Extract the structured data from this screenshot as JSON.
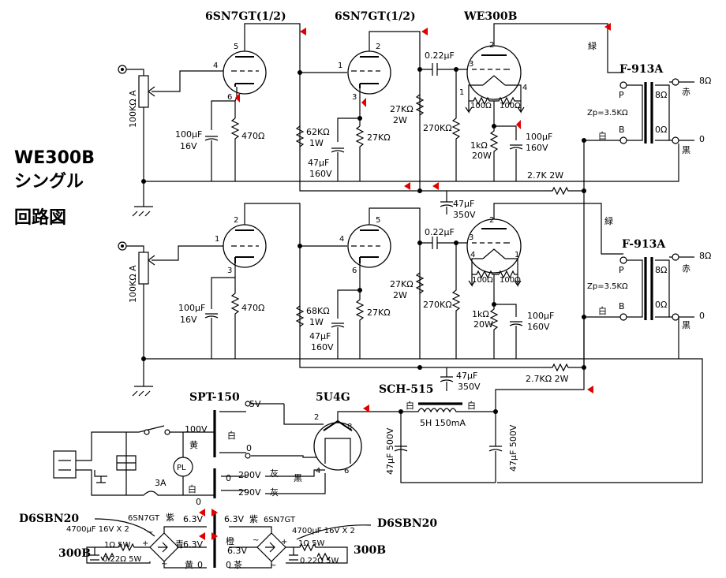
{
  "title": {
    "line1": "WE300B",
    "line2": "シングル",
    "line3": "回路図"
  },
  "tubes": {
    "driver1": "6SN7GT(1/2)",
    "driver2": "6SN7GT(1/2)",
    "output": "WE300B",
    "rectifier": "5U4G"
  },
  "transformers": {
    "output": "F-913A",
    "power": "SPT-150",
    "choke": "SCH-515",
    "choke_spec": "5H 150mA"
  },
  "pins": {
    "p1": "1",
    "p2": "2",
    "p3": "3",
    "p4": "4",
    "p5": "5",
    "p6": "6",
    "p8": "8"
  },
  "components": {
    "vol": "100KΩ A",
    "c100u16": "100μF",
    "c16v": "16V",
    "r470": "470Ω",
    "r62k": "62KΩ",
    "r68k": "68KΩ",
    "w1": "1W",
    "c47u": "47μF",
    "v160": "160V",
    "r27k": "27KΩ",
    "r27k_2w": "27KΩ",
    "w2": "2W",
    "c022": "0.22μF",
    "r270k": "270KΩ",
    "r100": "100Ω",
    "r1k": "1kΩ",
    "w20": "20W",
    "c100u160": "100μF",
    "r2k7": "2.7K 2W",
    "r2k7b": "2.7KΩ 2W",
    "c47u350": "47μF",
    "v350": "350V",
    "c47u500": "47μF 500V"
  },
  "ot_labels": {
    "green": "緑",
    "P": "P",
    "B": "B",
    "white": "白",
    "zp": "Zp=3.5KΩ",
    "8ohm": "8Ω",
    "0ohm": "0Ω",
    "red": "赤",
    "black": "黒",
    "out8": "8Ω",
    "out0": "0"
  },
  "psu_labels": {
    "v5": "5V",
    "white": "白",
    "zero": "0",
    "v100": "100V",
    "yellow": "黄",
    "pl": "PL",
    "fuse": "3A",
    "white2": "白",
    "zero2": "0",
    "v290a": "290V",
    "gray": "灰",
    "black": "黒",
    "v290b": "290V",
    "gray2": "灰",
    "ch_white": "白",
    "ch_white2": "白"
  },
  "heater": {
    "d6sbn20": "D6SBN20",
    "c4700": "4700μF 16V X 2",
    "r1ohm": "1Ω 5W",
    "r022ohm": "0.22Ω 5W",
    "we300b": "300B",
    "sn7": "6SN7GT",
    "purple": "紫",
    "v63": "6.3V",
    "blue": "青",
    "yellow": "黄",
    "orange": "橙",
    "tea": "茶",
    "zero": "0",
    "plus": "+",
    "minus": "−",
    "tilde": "~"
  }
}
